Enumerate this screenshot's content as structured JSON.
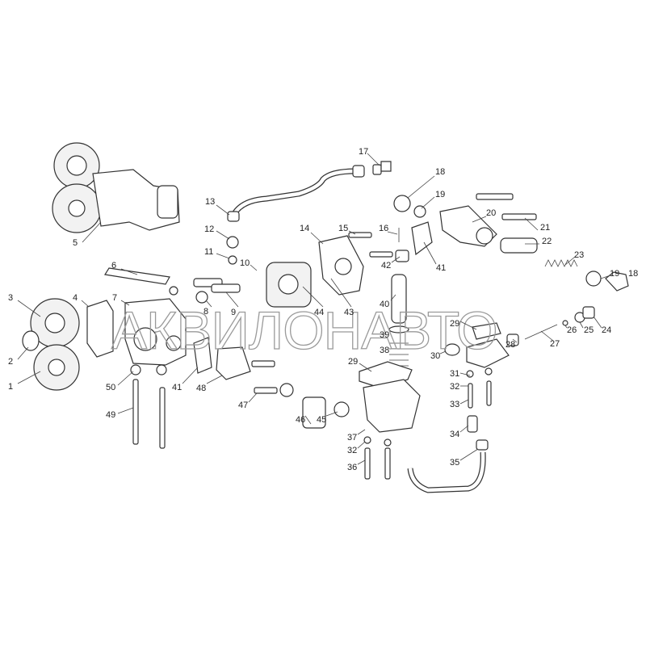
{
  "watermark": "АКВИЛОНАВТО",
  "callouts": [
    "17",
    "18",
    "19",
    "13",
    "12",
    "14",
    "15",
    "16",
    "20",
    "21",
    "22",
    "5",
    "11",
    "10",
    "42",
    "41",
    "23",
    "6",
    "19",
    "18",
    "4",
    "7",
    "3",
    "8",
    "9",
    "44",
    "43",
    "40",
    "26",
    "25",
    "24",
    "29",
    "39",
    "28",
    "27",
    "38",
    "30",
    "2",
    "1",
    "29",
    "31",
    "41",
    "48",
    "50",
    "32",
    "33",
    "47",
    "49",
    "46",
    "45",
    "34",
    "37",
    "32",
    "36",
    "35"
  ]
}
